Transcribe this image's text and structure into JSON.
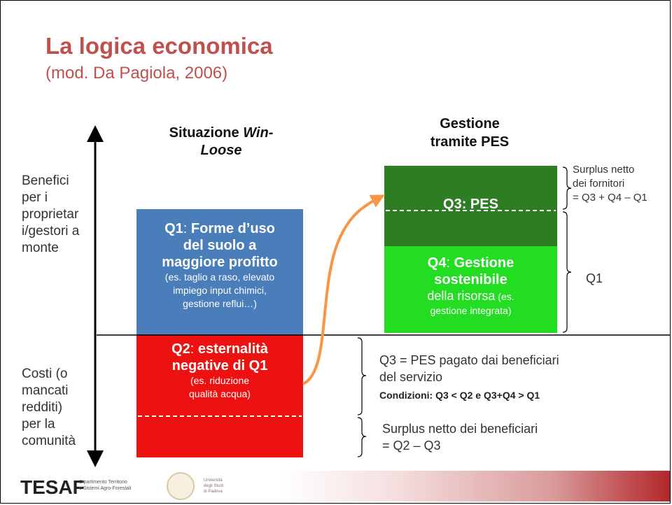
{
  "title": "La logica economica",
  "subtitle": "(mod. Da Pagiola, 2006)",
  "left_labels": {
    "benefits": [
      "Benefici",
      "per i",
      "proprietar",
      "i/gestori a",
      "monte"
    ],
    "costs": [
      "Costi (o",
      "mancati",
      "redditi)",
      "per la",
      "comunità"
    ]
  },
  "headings": {
    "win_loose_prefix": "Situazione ",
    "win_loose_italic": "Win-",
    "win_loose_line2": "Loose",
    "pes": [
      "Gestione",
      "tramite PES"
    ]
  },
  "q1": {
    "tag": "Q1",
    "sep": ": ",
    "line1": "Forme d’uso",
    "line2": "del suolo a",
    "line3": "maggiore profitto",
    "detail": [
      "(es. taglio a raso, elevato",
      "impiego input chimici,",
      "gestione reflui…)"
    ]
  },
  "q2": {
    "tag": "Q2",
    "sep": ": ",
    "line1": "esternalità",
    "line2": "negative di Q1",
    "detail": [
      "(es. riduzione",
      "qualità acqua)"
    ]
  },
  "q3": {
    "label": "Q3: PES"
  },
  "q4": {
    "tag": "Q4",
    "sep": ": ",
    "line1": "Gestione",
    "line2": "sostenibile",
    "detail_main": "della risorsa",
    "detail_ex": " (es.",
    "detail_line2": "gestione integrata)"
  },
  "right_notes": {
    "surplus_providers": [
      "Surplus netto",
      "dei fornitori",
      "= Q3 + Q4 – Q1"
    ],
    "q1_brace": "Q1",
    "q3_def": [
      "Q3 = PES pagato dai beneficiari",
      "del servizio"
    ],
    "conditions": "Condizioni: Q3 < Q2 e Q3+Q4 > Q1",
    "surplus_beneficiaries": [
      "Surplus netto dei beneficiari",
      "= Q2 – Q3"
    ]
  },
  "footer": {
    "logo": "TESAF",
    "dept": [
      "Dipartimento Territorio",
      "e Sistemi Agro-Forestali"
    ],
    "university": [
      "Università",
      "degli Studi",
      "di Padova"
    ]
  },
  "colors": {
    "title": "#c0504d",
    "q1": "#4a7ebb",
    "q2": "#ee1111",
    "q3": "#2d7d22",
    "q4": "#22dd22",
    "arrow": "#f79646"
  }
}
